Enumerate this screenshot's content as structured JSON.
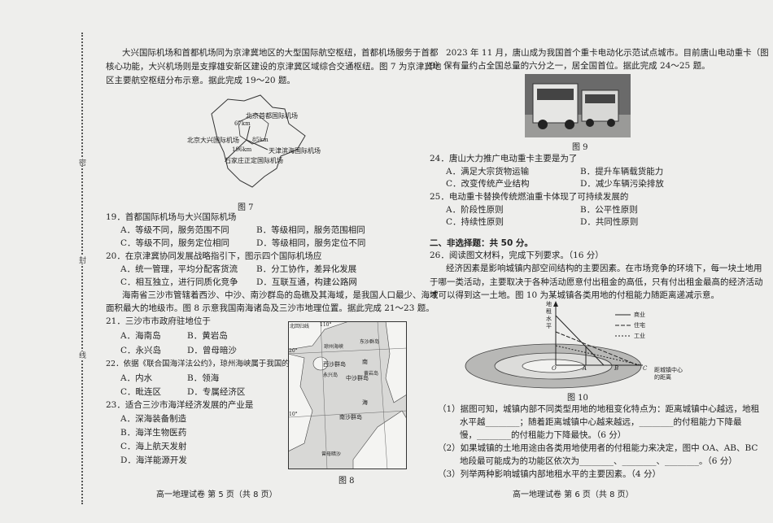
{
  "binding_labels": [
    "密",
    "封",
    "线"
  ],
  "left_page": {
    "intro": [
      "大兴国际机场和首都机场同为京津冀地区的大型国际航空枢纽，首都机场服务于首都",
      "核心功能，大兴机场则是支撑雄安新区建设的京津冀区域综合交通枢纽。图 7 为京津冀地",
      "区主要航空枢纽分布示意。据此完成 19～20 题。"
    ],
    "fig7": {
      "caption": "图 7",
      "labels": [
        "北京首都国际机场",
        "北京大兴国际机场",
        "天津滨海国际机场",
        "石家庄正定国际机场",
        "67km",
        "85km",
        "196km"
      ]
    },
    "q19": {
      "stem": "19．首都国际机场与大兴国际机场",
      "options": [
        "A．等级不同，服务范围不同",
        "B．等级相同，服务范围相同",
        "C．等级不同，服务定位相同",
        "D．等级相同，服务定位不同"
      ]
    },
    "q20": {
      "stem": "20．在京津冀协同发展战略指引下，图示四个国际机场应",
      "options": [
        "A．统一管理，平均分配客货流",
        "B．分工协作，差异化发展",
        "C．相互独立，进行同质化竞争",
        "D．互联互通，构建公路网"
      ]
    },
    "intro2": [
      "海南省三沙市管辖着西沙、中沙、南沙群岛的岛礁及其海域，是我国人口最少、海域",
      "面积最大的地级市。图 8 示意我国南海诸岛及三沙市地理位置。据此完成 21～23 题。"
    ],
    "q21": {
      "stem": "21．三沙市市政府驻地位于",
      "options": [
        "A．海南岛",
        "B．黄岩岛",
        "C．永兴岛",
        "D．曾母暗沙"
      ]
    },
    "q22": {
      "stem": "22．依据《联合国海洋法公约》，琼州海峡属于我国的",
      "options": [
        "A．内水",
        "B．领海",
        "C．毗连区",
        "D．专属经济区"
      ]
    },
    "q23": {
      "stem": "23．适合三沙市海洋经济发展的产业是",
      "options": [
        "A．深海装备制造",
        "B．海洋生物医药",
        "C．海上航天发射",
        "D．海洋能源开发"
      ]
    },
    "fig8": {
      "caption": "图 8",
      "labels": [
        "北回归线",
        "110°",
        "20°",
        "10°",
        "琼州海峡",
        "东沙群岛",
        "西沙群岛",
        "永兴岛",
        "中沙群岛",
        "黄岩岛",
        "南沙群岛",
        "曾母暗沙",
        "南",
        "海"
      ]
    },
    "footer": "高一地理试卷 第 5 页（共 8 页）"
  },
  "right_page": {
    "intro": [
      "2023 年 11 月，唐山成为我国首个重卡电动化示范试点城市。目前唐山电动重卡（图",
      "9）保有量约占全国总量的六分之一，居全国首位。据此完成 24～25 题。"
    ],
    "fig9": {
      "caption": "图 9"
    },
    "q24": {
      "stem": "24．唐山大力推广电动重卡主要是为了",
      "options": [
        "A．满足大宗货物运输",
        "B．提升车辆载货能力",
        "C．改变传统产业结构",
        "D．减少车辆污染排放"
      ]
    },
    "q25": {
      "stem": "25．电动重卡替换传统燃油重卡体现了可持续发展的",
      "options": [
        "A．阶段性原则",
        "B．公平性原则",
        "C．持续性原则",
        "D．共同性原则"
      ]
    },
    "section2": "二、非选择题：共 50 分。",
    "q26": {
      "stem": "26．阅读图文材料，完成下列要求。（16 分）",
      "material": [
        "经济因素是影响城镇内部空间结构的主要因素。在市场竞争的环境下，每一块土地用",
        "于哪一类活动，主要取决于各种活动愿意付出租金的高低，只有付出租金最高的经济活动",
        "才可以得到这一土地。图 10 为某城镇各类用地的付租能力随距离递减示意。"
      ],
      "sub": [
        "（1）据图可知，城镇内部不同类型用地的地租变化特点为：距离城镇中心越远，地租",
        "水平越________；随着距离城镇中心越来越远，________的付租能力下降最",
        "慢，________的付租能力下降最快。（6 分）",
        "（2）如果城镇的土地用途由各类用地使用者的付租能力来决定，图中 OA、AB、BC",
        "地段最可能成为的功能区依次为________、________、________。（6 分）",
        "（3）列举两种影响城镇内部地租水平的主要因素。（4 分）"
      ]
    },
    "fig10": {
      "caption": "图 10",
      "y_axis_label": [
        "地",
        "租",
        "水",
        "平"
      ],
      "x_axis_label": [
        "距城镇中心",
        "的距离"
      ],
      "points": [
        "O",
        "A",
        "B",
        "C"
      ],
      "legend": [
        "商业",
        "住宅",
        "工业"
      ]
    },
    "footer": "高一地理试卷 第 6 页（共 8 页）"
  }
}
